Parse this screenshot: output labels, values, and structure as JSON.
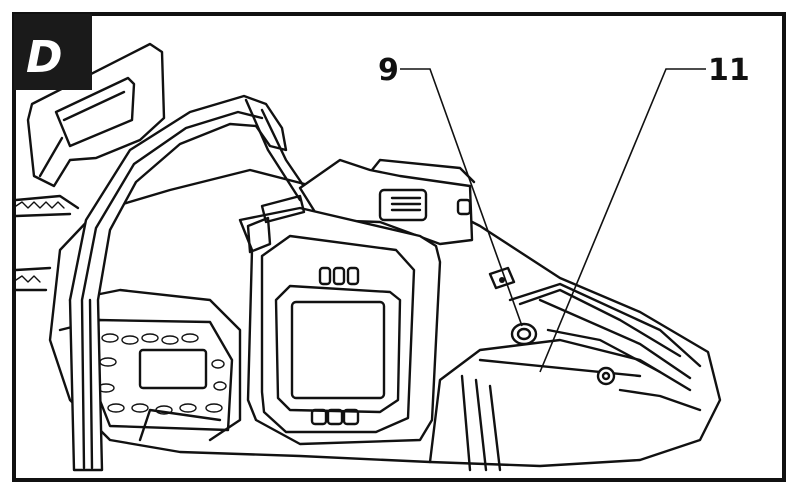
{
  "figure": {
    "panel_label": "D",
    "callouts": [
      {
        "number": "9"
      },
      {
        "number": "11"
      }
    ]
  }
}
